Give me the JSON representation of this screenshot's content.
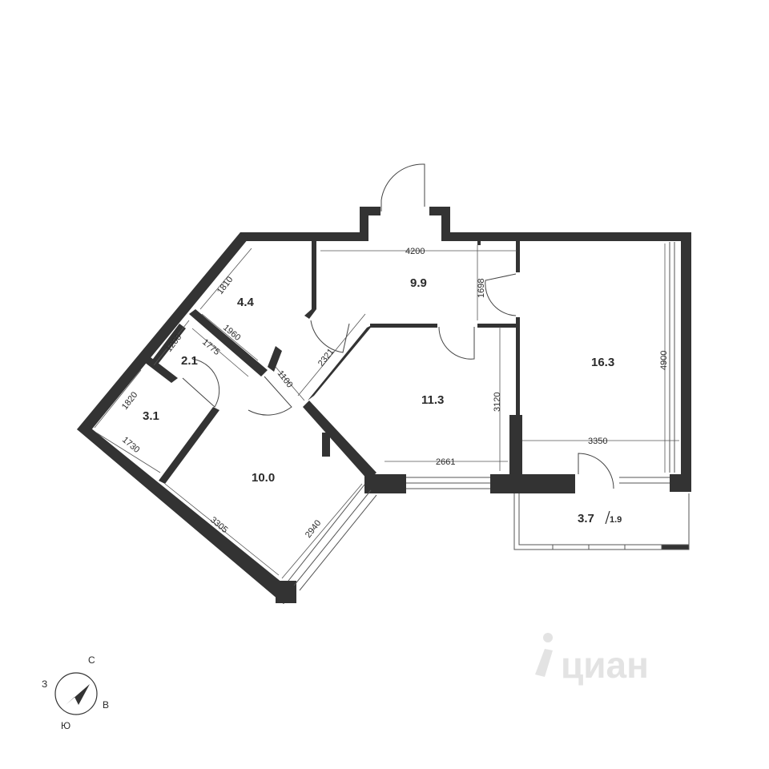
{
  "rooms": {
    "r1": {
      "area": "4.4"
    },
    "r2": {
      "area": "9.9"
    },
    "r3": {
      "area": "2.1"
    },
    "r4": {
      "area": "3.1"
    },
    "r5": {
      "area": "11.3"
    },
    "r6": {
      "area": "16.3"
    },
    "r7": {
      "area": "10.0"
    },
    "r8": {
      "area": "3.7",
      "area_extra": "1.9"
    }
  },
  "dimensions": {
    "d4200": "4200",
    "d1810": "1810",
    "d1698": "1698",
    "d1960": "1960",
    "d2321": "2321",
    "d1200": "1200",
    "d1775": "1775",
    "d1100": "1100",
    "d4900": "4900",
    "d1820": "1820",
    "d3120": "3120",
    "d1730": "1730",
    "d3350": "3350",
    "d2661": "2661",
    "d3305": "3305",
    "d2940": "2940"
  },
  "compass": {
    "north": "С",
    "west": "З",
    "east": "В",
    "south": "Ю"
  },
  "watermark": {
    "text": "циан"
  },
  "colors": {
    "wall": "#333333",
    "line": "#555555",
    "watermark": "#e3e3e3"
  }
}
